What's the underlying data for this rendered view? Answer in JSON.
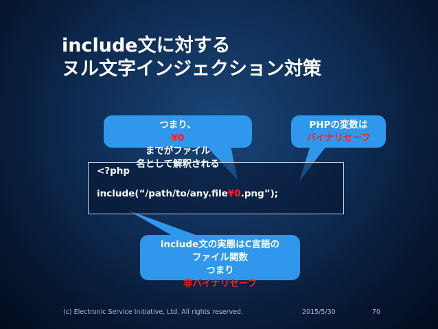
{
  "slide": {
    "title_lines": [
      "include文に対する",
      "ヌル文字インジェクション対策"
    ],
    "code": {
      "line1": "<?php",
      "line2_before": "include(“/path/to/any.file",
      "line2_highlight": "¥0",
      "line2_after": ".png”);"
    },
    "callouts": {
      "left": {
        "line1_before": "つまり、",
        "line1_highlight": "¥0",
        "line1_after": "までがファイル",
        "line2": "名として解釈される"
      },
      "right": {
        "line1": "PHPの変数は",
        "line2_highlight": "バイナリセーフ"
      },
      "bottom": {
        "line1": "include文の実態はC言語の",
        "line2": "ファイル関数",
        "line3_before": "つまり",
        "line3_highlight": "非バイナリセーフ"
      }
    },
    "footer": {
      "copyright": "(c) Electronic Service Initiative, Ltd. All rights reserved.",
      "date": "2015/5/30",
      "page": "70"
    },
    "colors": {
      "background": "#0f2d55",
      "callout": "#2f97ec",
      "highlight": "#ff2020",
      "text": "#ffffff"
    }
  }
}
